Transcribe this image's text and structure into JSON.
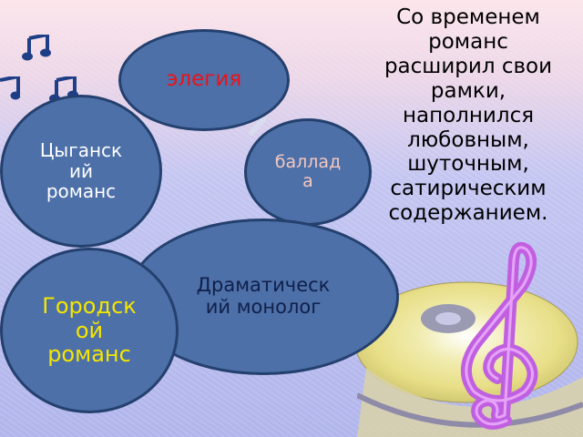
{
  "caption": {
    "lines": [
      "Со временем",
      "романс",
      "расширил свои",
      "рамки,",
      "наполнился",
      "любовным,",
      "шуточным,",
      "сатирическим",
      "содержанием."
    ]
  },
  "bubbles": {
    "elegy": {
      "text": "элегия",
      "color": "#e8141c"
    },
    "gypsy": {
      "line1": "Цыганск",
      "line2": "ий",
      "line3": "романс",
      "color": "#ffffff"
    },
    "ballad": {
      "line1": "баллад",
      "line2": "а",
      "color": "#f5c8c0"
    },
    "dramatic": {
      "line1": "Драматическ",
      "line2": "ий монолог",
      "color": "#10204a"
    },
    "urban": {
      "line1": "Городск",
      "line2": "ой",
      "line3": "романс",
      "color": "#f5e600"
    }
  },
  "colors": {
    "bubble_fill": "#4d70a8",
    "bubble_border": "#24406e",
    "note_icon": "#1e3f86",
    "clef": "#c060e0"
  },
  "icons": [
    "music-note-icon",
    "treble-clef-icon",
    "compact-disc-icon"
  ]
}
